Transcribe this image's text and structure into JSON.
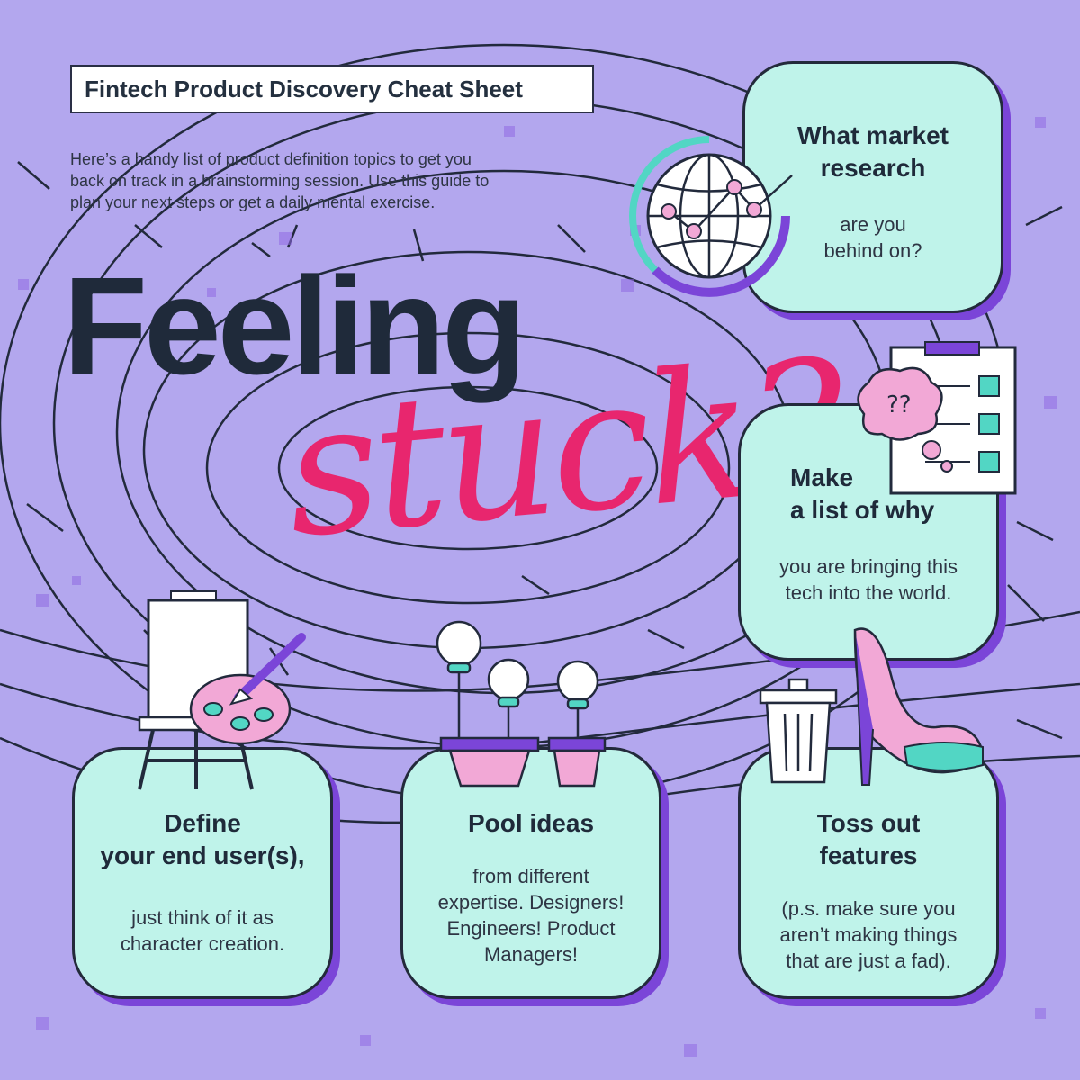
{
  "header": {
    "title": "Fintech Product Discovery Cheat Sheet",
    "intro_line1": "Here’s a handy list of product definition topics to get you",
    "intro_line2": "back on track in a brainstorming session. Use this guide to",
    "intro_line3": "plan your next steps or get a daily mental exercise."
  },
  "headline": {
    "line1": "Feeling",
    "line2": "stuck?"
  },
  "cards": {
    "market": {
      "title1": "What market",
      "title2": "research",
      "body1": "are you",
      "body2": "behind on?"
    },
    "why": {
      "title1": "Make",
      "title2": "a list of why",
      "body1": "you are bringing this",
      "body2": "tech into the world."
    },
    "define": {
      "title1": "Define",
      "title2": "your end user(s),",
      "body1": "just think of it as",
      "body2": "character creation."
    },
    "pool": {
      "title1": "Pool ideas",
      "body1": "from different",
      "body2": "expertise. Designers!",
      "body3": "Engineers! Product",
      "body4": "Managers!"
    },
    "toss": {
      "title1": "Toss out",
      "title2": "features",
      "body1": "(p.s. make sure you",
      "body2": "aren’t making things",
      "body3": "that are just a fad)."
    }
  },
  "icons": [
    "globe-chart-icon",
    "checklist-icon",
    "thought-cloud-icon",
    "easel-icon",
    "palette-icon",
    "lightbulb-plant-icon",
    "trash-can-icon",
    "high-heel-icon"
  ],
  "colors": {
    "background": "#b3a7ee",
    "card": "#bff3ea",
    "accent_pink": "#e8266e",
    "accent_purple": "#7b45d8",
    "ink": "#1f2a3a"
  }
}
